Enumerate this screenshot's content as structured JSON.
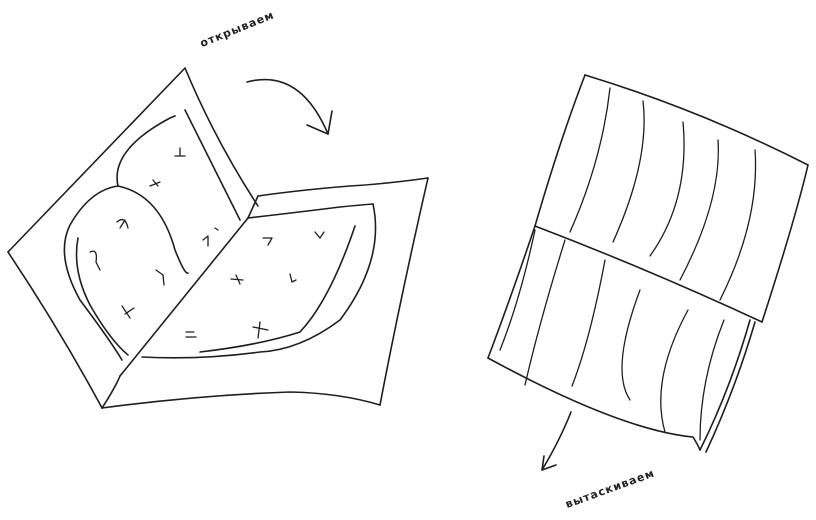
{
  "diagram": {
    "steps": [
      {
        "id": "open",
        "label": "открываем",
        "object": "opened-package"
      },
      {
        "id": "pull",
        "label": "вытаскиваем",
        "object": "folded-sheet"
      }
    ],
    "colors": {
      "ink": "#1e1e1e",
      "background": "#ffffff"
    }
  }
}
